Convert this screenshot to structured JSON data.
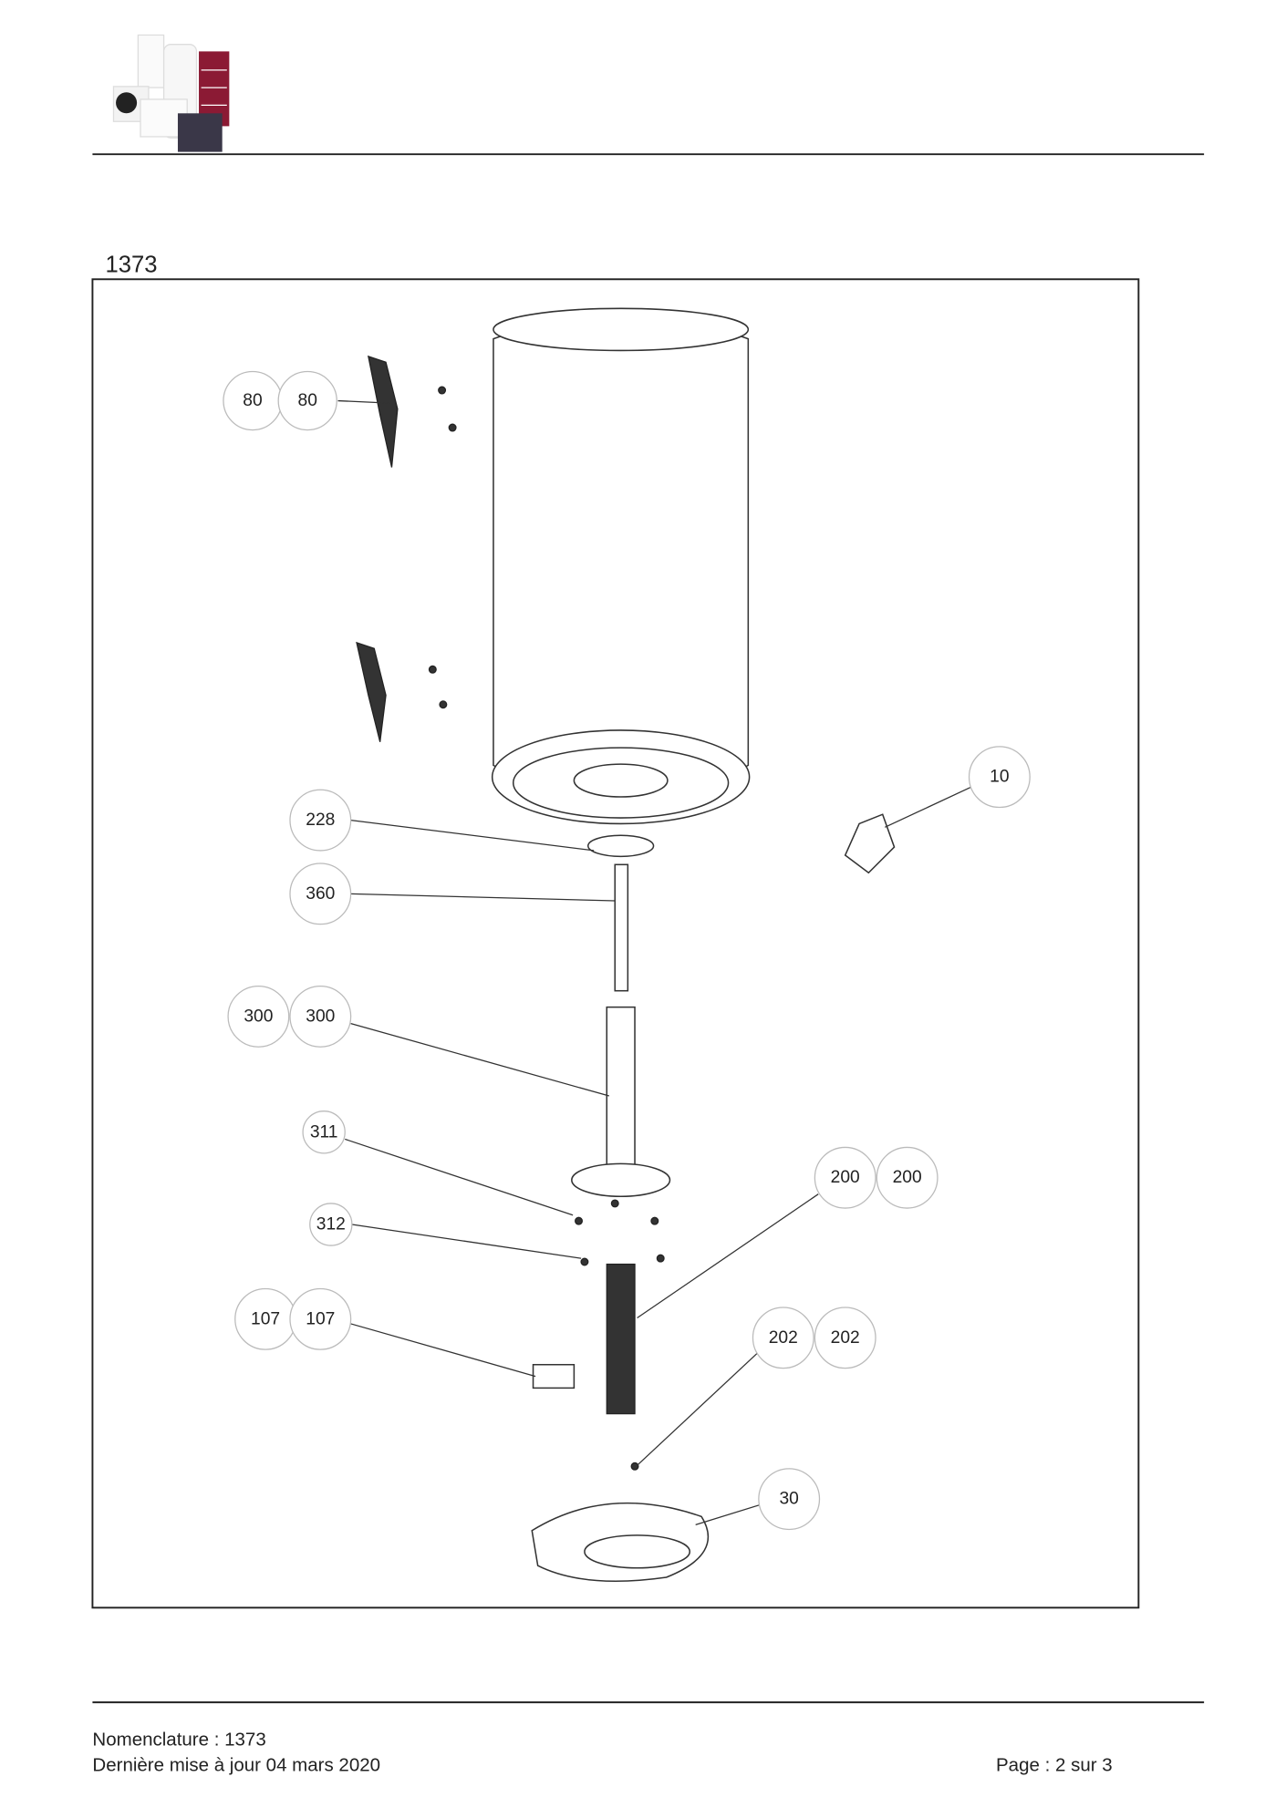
{
  "document": {
    "diagram_title": "1373",
    "footer": {
      "nomenclature": "Nomenclature : 1373",
      "updated": "Dernière mise à jour 04 mars 2020",
      "page": "Page : 2 sur 3"
    }
  },
  "callouts": {
    "c80a": "80",
    "c80b": "80",
    "c228": "228",
    "c360": "360",
    "c300a": "300",
    "c300b": "300",
    "c311": "311",
    "c312": "312",
    "c107a": "107",
    "c107b": "107",
    "c10": "10",
    "c200a": "200",
    "c200b": "200",
    "c202a": "202",
    "c202b": "202",
    "c30": "30"
  },
  "colors": {
    "rule": "#222222",
    "logo_red": "#8b1a34",
    "logo_dark": "#3a3748"
  }
}
